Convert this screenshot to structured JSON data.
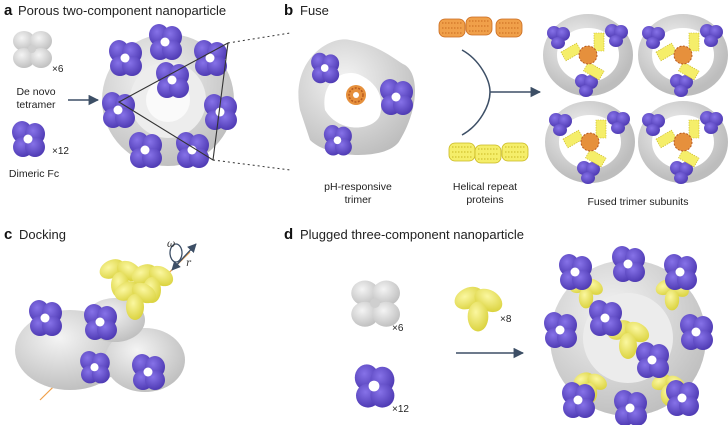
{
  "panels": {
    "a": {
      "label": "a",
      "title": "Porous two-component nanoparticle",
      "tetramer_caption": [
        "De novo",
        "tetramer"
      ],
      "tetramer_count": "×6",
      "fc_caption": "Dimeric Fc",
      "fc_count": "×12"
    },
    "b": {
      "label": "b",
      "title": "Fuse",
      "trimer_caption": [
        "pH-responsive",
        "trimer"
      ],
      "helical_caption": [
        "Helical repeat",
        "proteins"
      ],
      "fused_caption": "Fused trimer subunits"
    },
    "c": {
      "label": "c",
      "title": "Docking",
      "omega": "ω",
      "r": "r"
    },
    "d": {
      "label": "d",
      "title": "Plugged three-component nanoparticle",
      "tetramer_count": "×6",
      "trimer_count": "×8",
      "fc_count": "×12"
    }
  },
  "colors": {
    "purple": "#6b55d0",
    "grey": "#dcdcdc",
    "yellow": "#f2ec63",
    "orange": "#e6903c",
    "arrow": "#3d4f66"
  }
}
